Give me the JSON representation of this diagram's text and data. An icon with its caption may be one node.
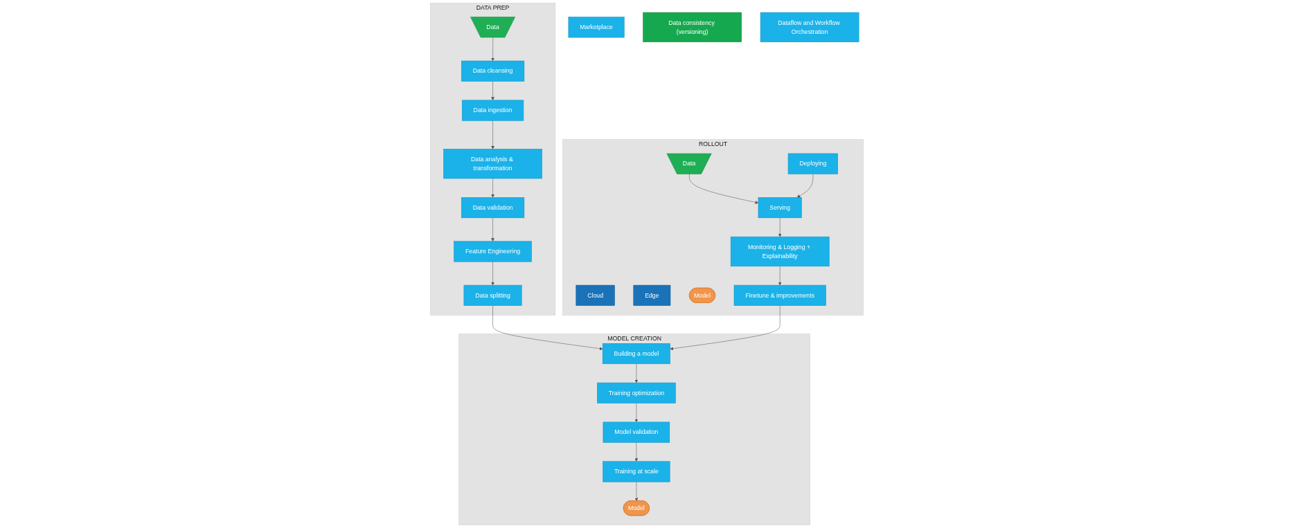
{
  "diagram": {
    "nodes": [
      {
        "text": [
          "Marketplace"
        ]
      },
      {
        "text": [
          "DATA PREP"
        ]
      },
      {
        "text": [
          "Data"
        ],
        "in": 1
      },
      {
        "text": [
          "Data cleansing"
        ],
        "in": 1
      },
      {
        "text": [
          "Data ingestion"
        ],
        "in": 1
      },
      {
        "text": [
          "Data analysis & transformation"
        ],
        "in": 1
      },
      {
        "text": [
          "Data validation"
        ],
        "in": 1
      },
      {
        "text": [
          "Feature Engineering"
        ],
        "in": 1
      },
      {
        "text": [
          "Data splitting"
        ],
        "in": 1
      },
      {
        "text": [
          "MODEL CREATION"
        ]
      },
      {
        "text": [
          "Building a model"
        ],
        "in": 9
      },
      {
        "text": [
          "Training optimization"
        ],
        "in": 9
      },
      {
        "text": [
          "Model validation"
        ],
        "in": 9
      },
      {
        "text": [
          "Training at scale"
        ],
        "in": 9
      },
      {
        "text": [
          "Model"
        ],
        "in": 9
      },
      {
        "text": [
          "ROLLOUT"
        ]
      },
      {
        "text": [
          "Data"
        ],
        "in": 15
      },
      {
        "text": [
          "Deploying"
        ],
        "in": 15
      },
      {
        "text": [
          "Cloud"
        ],
        "in": 15
      },
      {
        "text": [
          "Edge"
        ],
        "in": 15
      },
      {
        "text": [
          "Serving"
        ],
        "in": 15
      },
      {
        "text": [
          "Model"
        ],
        "in": 15
      },
      {
        "text": [
          "Monitoring & Logging + Explainability"
        ],
        "in": 15
      },
      {
        "text": [
          "Finetune & improvements"
        ],
        "in": 15
      },
      {
        "text": [
          "Data consistency (versioning)"
        ]
      },
      {
        "text": [
          "Dataflow and Workflow Orchestration"
        ]
      }
    ],
    "edges": [
      {
        "from": 2,
        "to": 3,
        "arrow": "to"
      },
      {
        "from": 3,
        "to": 4,
        "arrow": "to"
      },
      {
        "from": 4,
        "to": 5,
        "arrow": "to"
      },
      {
        "from": 5,
        "to": 6,
        "arrow": "to"
      },
      {
        "from": 6,
        "to": 7,
        "arrow": "to"
      },
      {
        "from": 7,
        "to": 8,
        "arrow": "to"
      },
      {
        "from": 8,
        "to": 10,
        "arrow": "to"
      },
      {
        "from": 10,
        "to": 11,
        "arrow": "to"
      },
      {
        "from": 11,
        "to": 12,
        "arrow": "to"
      },
      {
        "from": 12,
        "to": 13,
        "arrow": "to"
      },
      {
        "from": 13,
        "to": 14,
        "arrow": "to"
      },
      {
        "from": 16,
        "to": 20,
        "arrow": "to"
      },
      {
        "from": 17,
        "to": 20,
        "arrow": "to"
      },
      {
        "from": 20,
        "to": 22,
        "arrow": "to"
      },
      {
        "from": 22,
        "to": 23,
        "arrow": "to"
      },
      {
        "from": 23,
        "to": 10,
        "arrow": "to"
      }
    ]
  }
}
